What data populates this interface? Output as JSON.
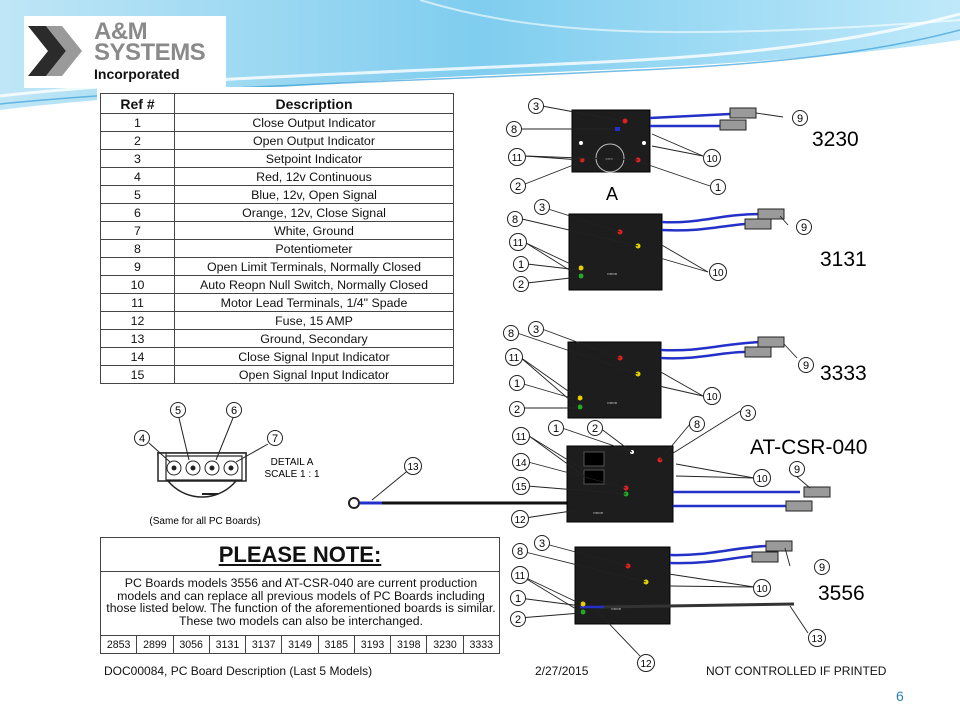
{
  "logo": {
    "line1": "A&M",
    "line2": "SYSTEMS",
    "line3": "Incorporated"
  },
  "table": {
    "headers": [
      "Ref #",
      "Description"
    ],
    "rows": [
      [
        "1",
        "Close Output Indicator"
      ],
      [
        "2",
        "Open Output Indicator"
      ],
      [
        "3",
        "Setpoint Indicator"
      ],
      [
        "4",
        "Red, 12v Continuous"
      ],
      [
        "5",
        "Blue, 12v, Open Signal"
      ],
      [
        "6",
        "Orange, 12v, Close Signal"
      ],
      [
        "7",
        "White, Ground"
      ],
      [
        "8",
        "Potentiometer"
      ],
      [
        "9",
        "Open Limit Terminals, Normally Closed"
      ],
      [
        "10",
        "Auto Reopn Null Switch, Normally Closed"
      ],
      [
        "11",
        "Motor Lead Terminals, 1/4\" Spade"
      ],
      [
        "12",
        "Fuse, 15 AMP"
      ],
      [
        "13",
        "Ground, Secondary"
      ],
      [
        "14",
        "Close Signal Input Indicator"
      ],
      [
        "15",
        "Open Signal Input Indicator"
      ]
    ]
  },
  "detail": {
    "line1": "DETAIL A",
    "line2": "SCALE 1 : 1",
    "caption": "(Same for all PC Boards)",
    "callouts": [
      "4",
      "5",
      "6",
      "7"
    ]
  },
  "note": {
    "title": "PLEASE NOTE:",
    "body": "PC Boards models 3556 and AT-CSR-040 are current production models and can replace all previous models of PC Boards including those listed below. The function of the aforementioned boards is similar. These two models can also be interchanged.",
    "models": [
      "2853",
      "2899",
      "3056",
      "3131",
      "3137",
      "3149",
      "3185",
      "3193",
      "3198",
      "3230",
      "3333"
    ]
  },
  "boards": [
    {
      "model": "3230",
      "view_label": "A"
    },
    {
      "model": "3131"
    },
    {
      "model": "3333"
    },
    {
      "model": "AT-CSR-040"
    },
    {
      "model": "3556"
    }
  ],
  "callouts": {
    "c1": "1",
    "c2": "2",
    "c3": "3",
    "c8": "8",
    "c9": "9",
    "c10": "10",
    "c11": "11",
    "c12": "12",
    "c13": "13",
    "c14": "14",
    "c15": "15"
  },
  "footer": {
    "doc": "DOC00084, PC Board Description (Last 5 Models)",
    "date": "2/27/2015",
    "status": "NOT CONTROLLED IF PRINTED"
  },
  "page_number": "6",
  "colors": {
    "wire_blue": "#2431c8",
    "led_red": "#e02020",
    "led_yellow": "#e8d000",
    "led_green": "#22aa22",
    "swoosh": "#3aa0d8",
    "page_number": "#2a7fb5"
  }
}
